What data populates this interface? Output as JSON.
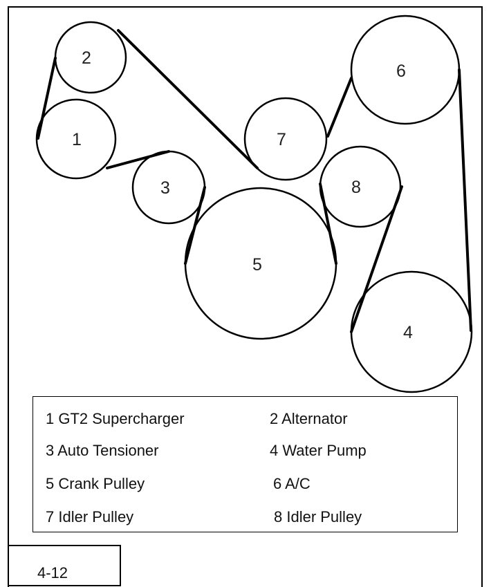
{
  "pulleys": [
    {
      "number": "1",
      "name": "GT2 Supercharger"
    },
    {
      "number": "2",
      "name": "Alternator"
    },
    {
      "number": "3",
      "name": "Auto Tensioner"
    },
    {
      "number": "4",
      "name": "Water Pump"
    },
    {
      "number": "5",
      "name": "Crank Pulley"
    },
    {
      "number": "6",
      "name": "A/C"
    },
    {
      "number": "7",
      "name": "Idler Pulley"
    },
    {
      "number": "8",
      "name": "Idler Pulley"
    }
  ],
  "legend": [
    "1 GT2 Supercharger",
    "2 Alternator",
    "3 Auto Tensioner",
    "4 Water Pump",
    "5 Crank Pulley",
    "6 A/C",
    "7 Idler Pulley",
    "8 Idler Pulley"
  ],
  "page_number": "4-12"
}
